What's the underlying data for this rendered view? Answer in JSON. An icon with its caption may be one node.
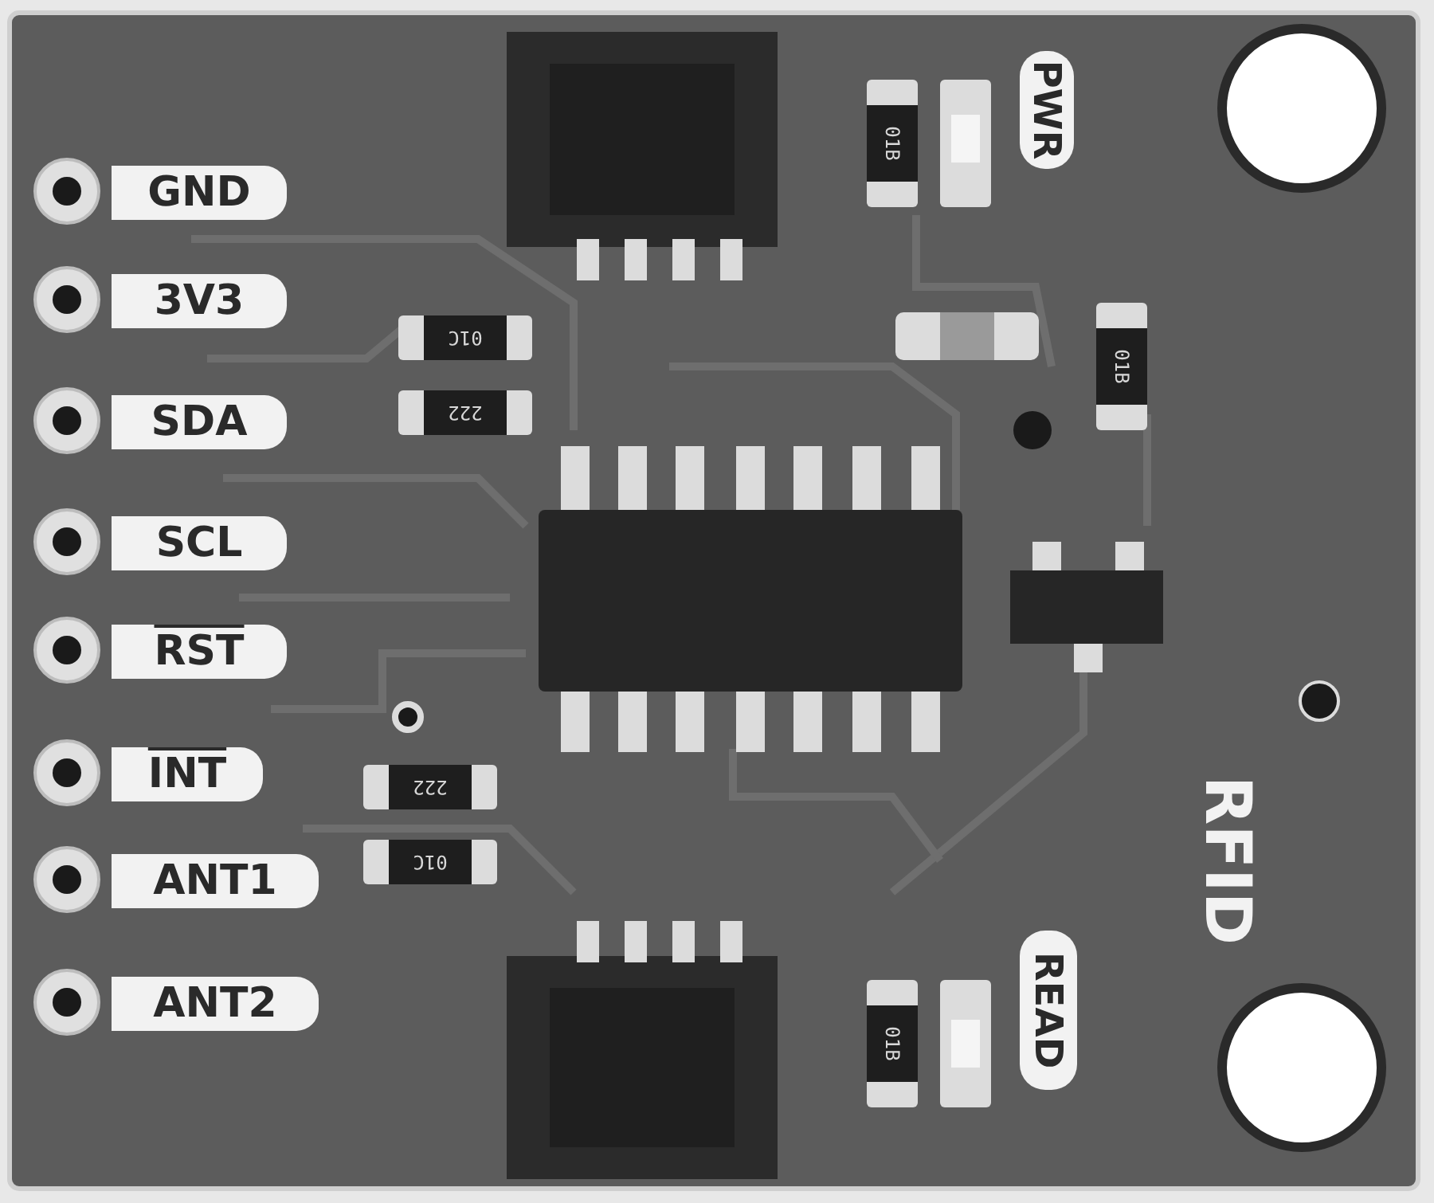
{
  "diagram": {
    "labels": [
      "GND",
      "PWR",
      "01B",
      "3V3",
      "01C",
      "01B",
      "SDA",
      "222",
      "SCL",
      "RST",
      "INT",
      "222",
      "01C",
      "RFID",
      "ANT1",
      "ANT2",
      "READ",
      "01B"
    ]
  }
}
